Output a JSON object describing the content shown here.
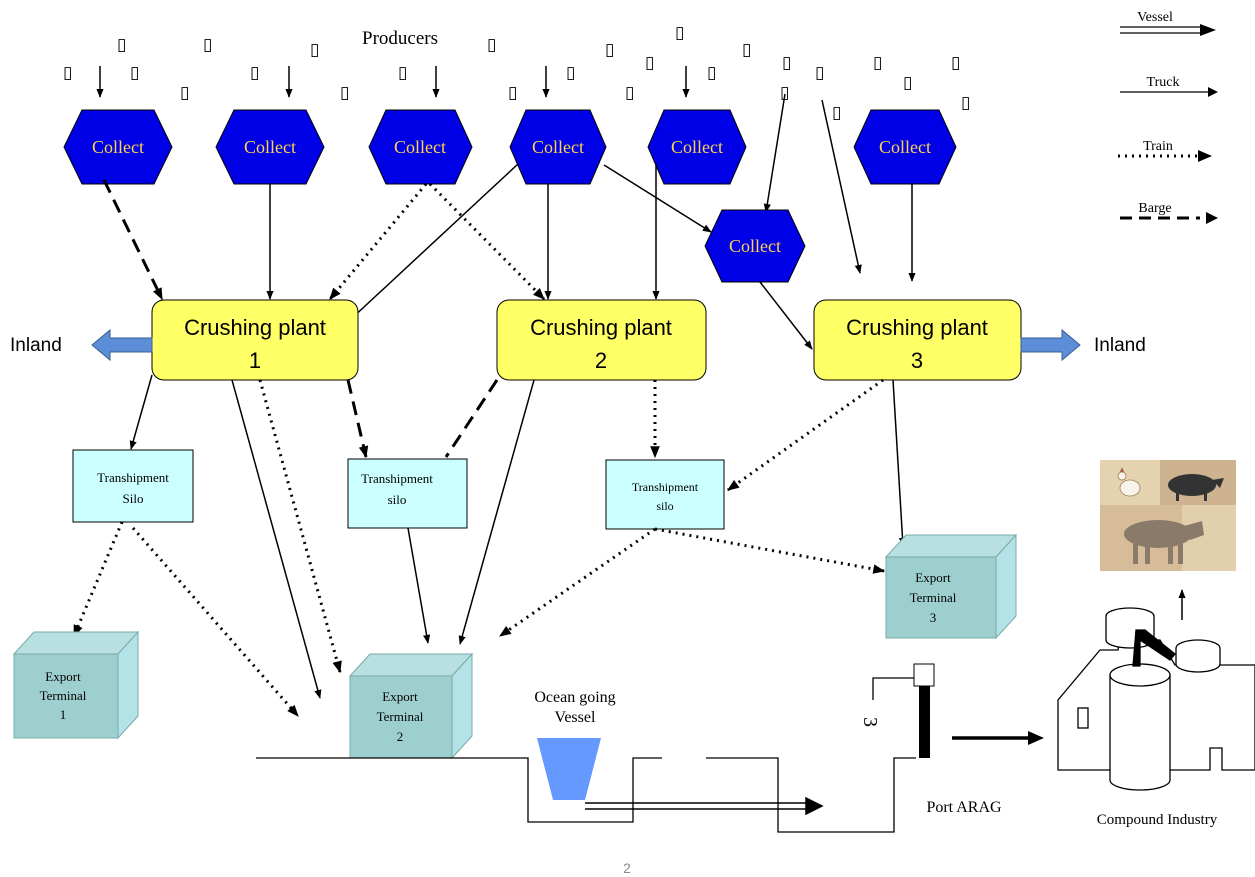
{
  "producers_label": "Producers",
  "producer_glyph": "▯",
  "collect_label": "Collect",
  "plants": [
    {
      "line1": "Crushing plant",
      "line2": "1"
    },
    {
      "line1": "Crushing plant",
      "line2": "2"
    },
    {
      "line1": "Crushing plant",
      "line2": "3"
    }
  ],
  "inland_label": "Inland",
  "silos": [
    {
      "line1": "Transhipment",
      "line2": "Silo"
    },
    {
      "line1": "Transhipment",
      "line2": "silo"
    },
    {
      "line1": "Transhipment",
      "line2": "silo"
    }
  ],
  "terminals": [
    {
      "line1": "Export",
      "line2": "Terminal",
      "line3": "1"
    },
    {
      "line1": "Export",
      "line2": "Terminal",
      "line3": "2"
    },
    {
      "line1": "Export",
      "line2": "Terminal",
      "line3": "3"
    }
  ],
  "legend": {
    "vessel": "Vessel",
    "truck": "Truck",
    "train": "Train",
    "barge": "Barge"
  },
  "vessel_label_1": "Ocean going",
  "vessel_label_2": "Vessel",
  "crane_hook": "3",
  "port_label": "Port ARAG",
  "compound_label": "Compound Industry",
  "page_number": "2",
  "colors": {
    "collect_fill": "#0000e6",
    "collect_text": "#ffd24d",
    "plant_fill": "#ffff66",
    "silo_fill": "#ccffff",
    "terminal_front": "#9ecfcf",
    "inland_arrow": "#5b8ed6",
    "vessel_fill": "#6699ff"
  }
}
